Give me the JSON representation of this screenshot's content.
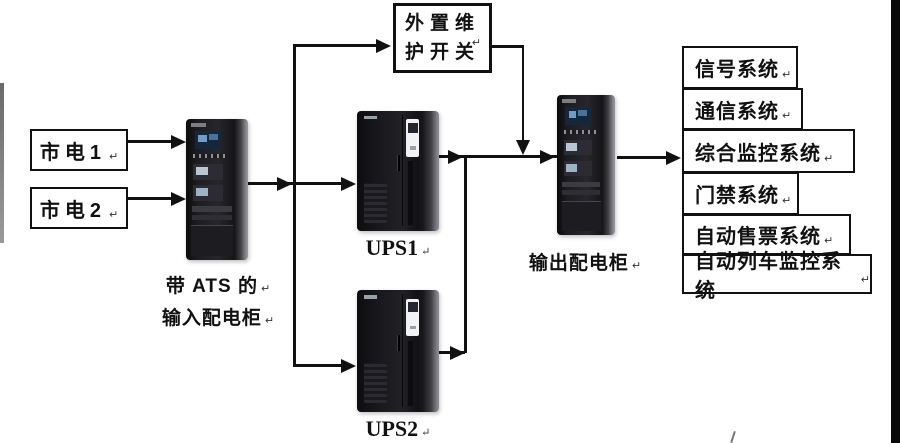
{
  "diagram": {
    "return_mark": "↵",
    "mains": [
      {
        "label": "市电1"
      },
      {
        "label": "市电2"
      }
    ],
    "maintenance_switch": {
      "line1": "外置维",
      "line2": "护开关"
    },
    "ats_cabinet": {
      "caption_line1": "带 ATS 的",
      "caption_line2": "输入配电柜"
    },
    "ups1": {
      "caption": "UPS1"
    },
    "ups2": {
      "caption": "UPS2"
    },
    "output_cabinet": {
      "caption": "输出配电柜"
    },
    "systems": [
      {
        "label": "信号系统"
      },
      {
        "label": "通信系统"
      },
      {
        "label": "综合监控系统"
      },
      {
        "label": "门禁系统"
      },
      {
        "label": "自动售票系统"
      },
      {
        "label": "自动列车监控系统"
      }
    ],
    "colors": {
      "line": "#111111",
      "background": "#ffffff",
      "cabinet_dark": "#18181c",
      "screen_blue": "#16273c",
      "panel_white": "#f1f2f4"
    }
  }
}
